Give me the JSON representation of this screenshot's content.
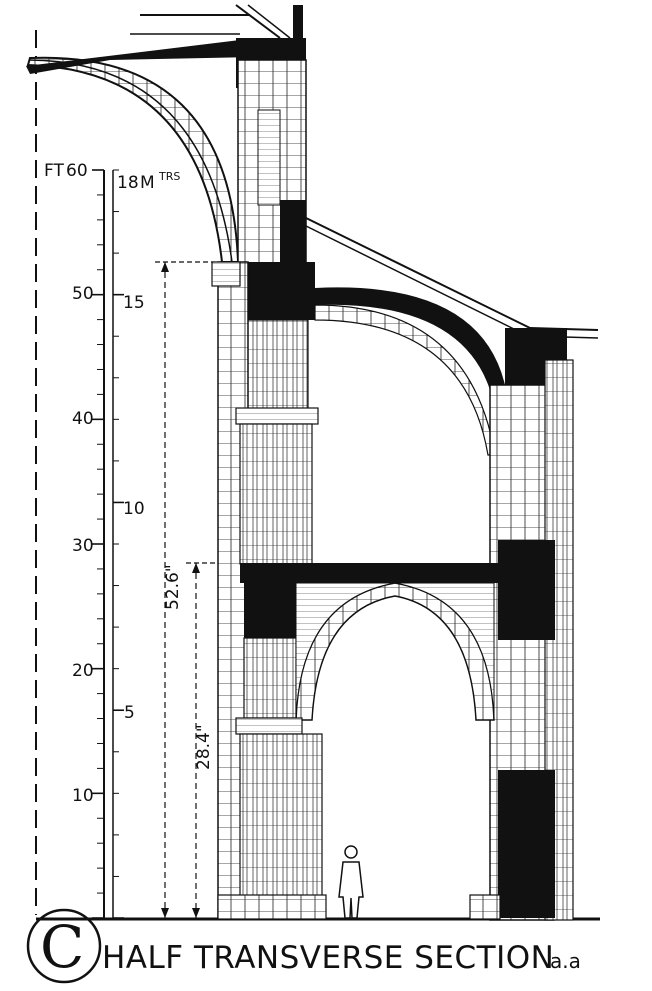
{
  "scale": {
    "feet_label": "FT",
    "meters_label": "M",
    "meters_suffix": "TRS",
    "feet_values": [
      "60",
      "50",
      "40",
      "30",
      "20",
      "10"
    ],
    "meter_values": [
      "18",
      "15",
      "10",
      "5"
    ]
  },
  "dimensions": {
    "upper_height": "52.6\"",
    "lower_height": "28.4\""
  },
  "caption": {
    "initial": "C",
    "title": "HALF TRANSVERSE SECTION",
    "suffix": "a.a"
  }
}
